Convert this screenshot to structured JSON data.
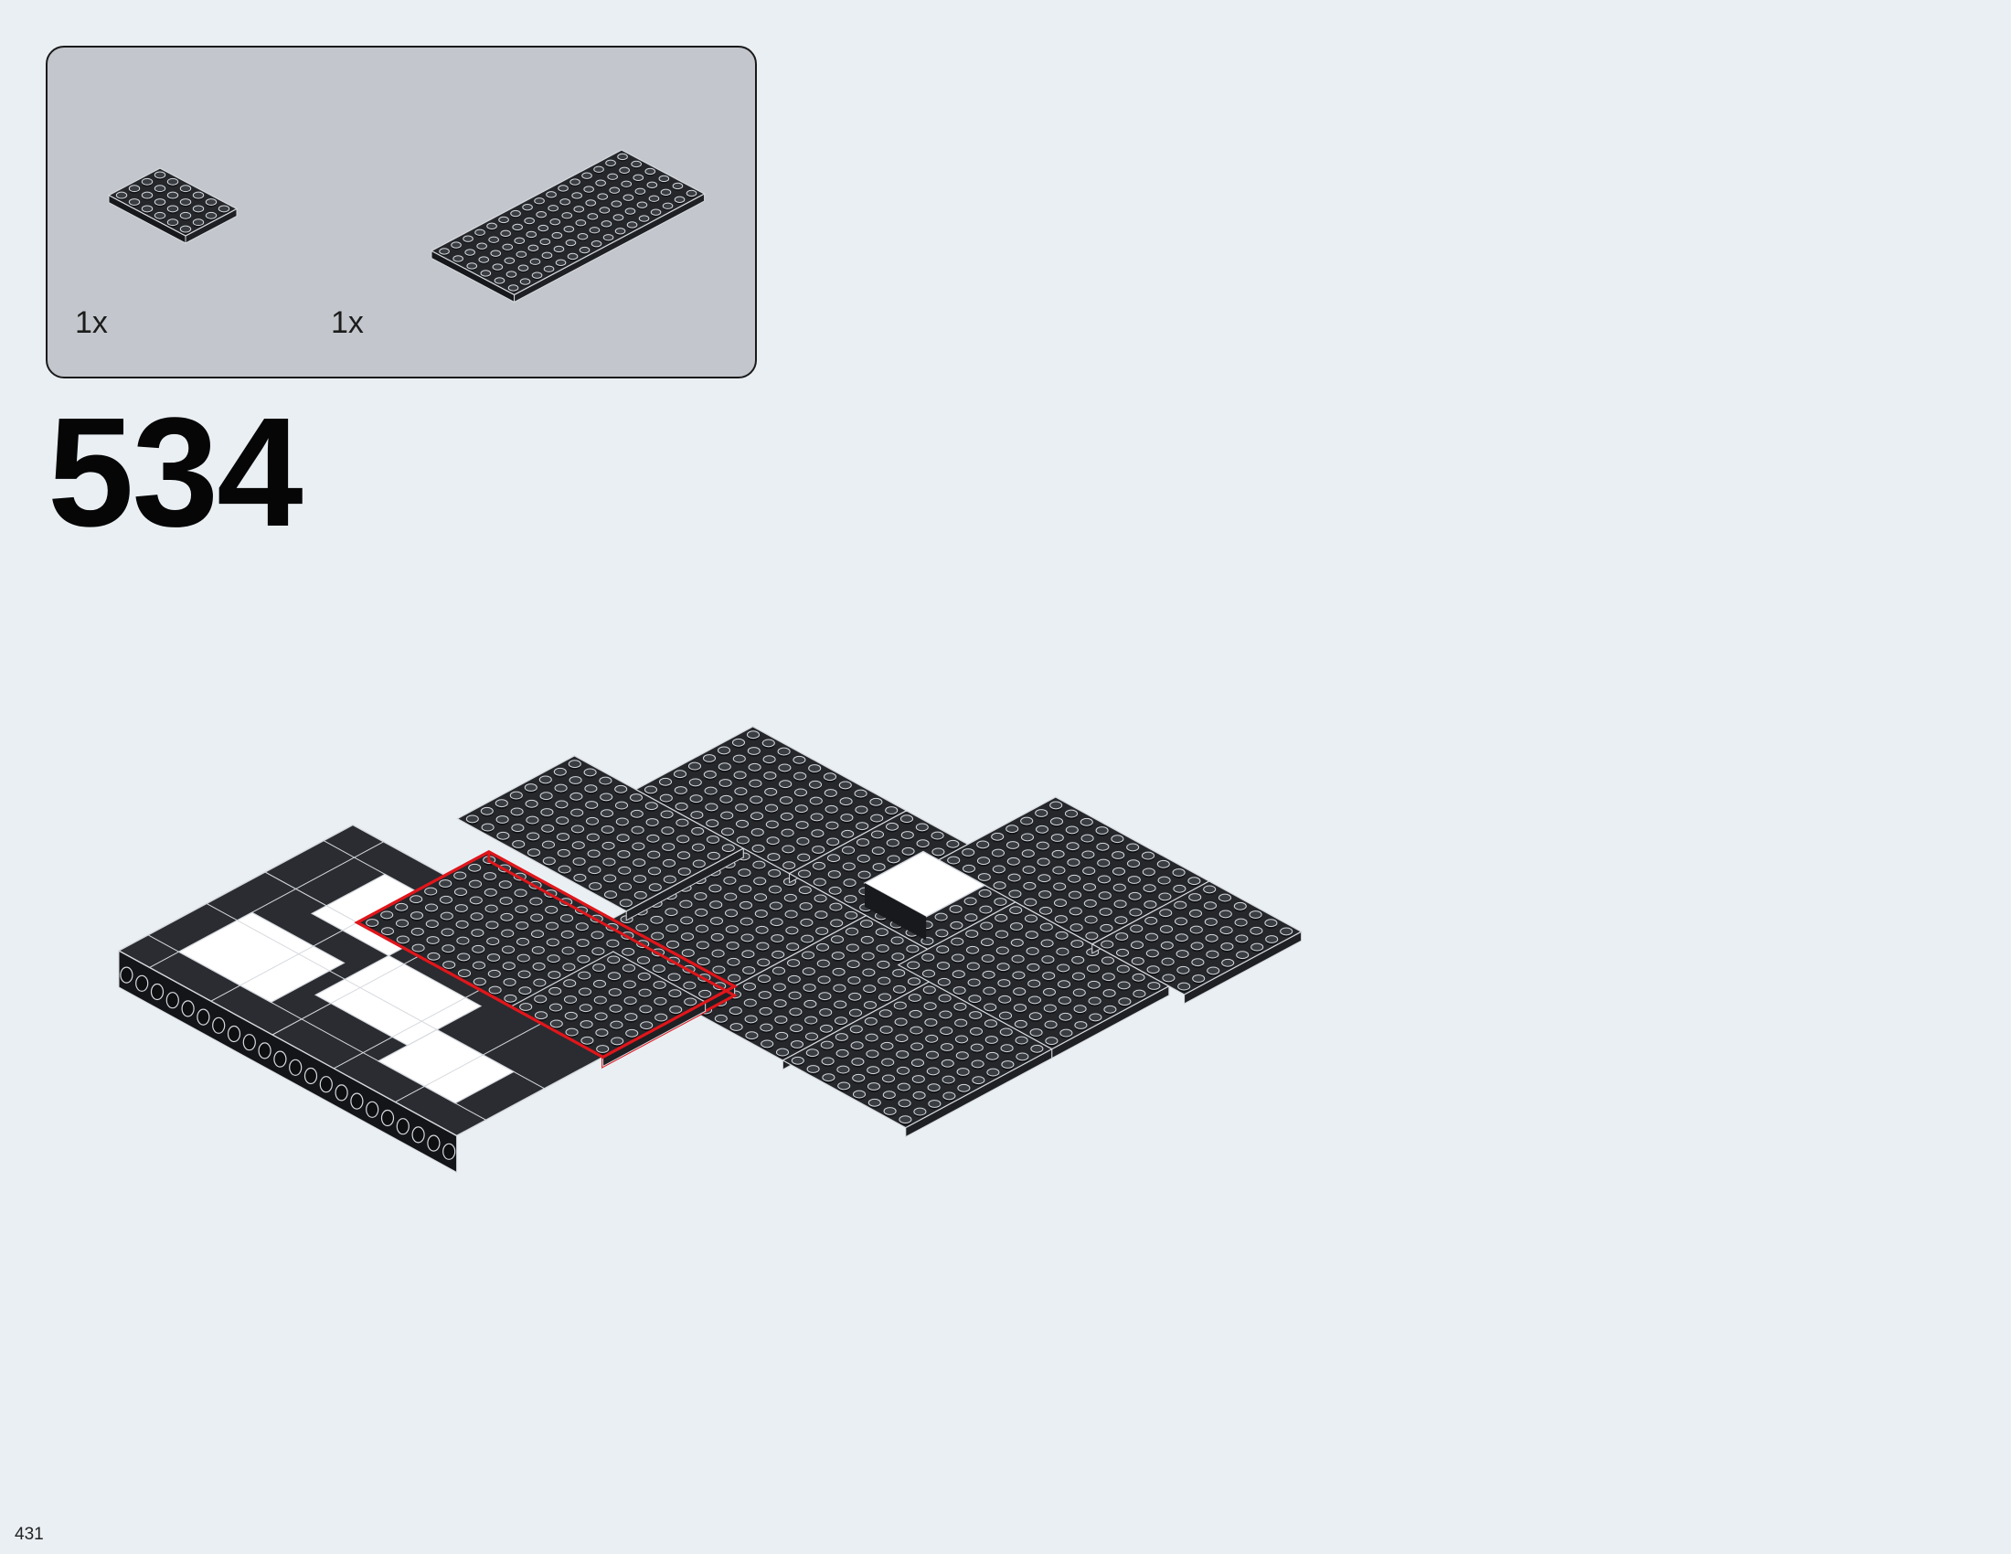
{
  "parts_callout": {
    "items": [
      {
        "name": "plate-6x8-dark",
        "quantity": "1x",
        "color": "#2d2f33"
      },
      {
        "name": "plate-8x16-dark",
        "quantity": "1x",
        "color": "#2d2f33"
      }
    ]
  },
  "step": {
    "number": "534"
  },
  "page": {
    "number": "431"
  },
  "colors": {
    "background": "#eaeff3",
    "callout_fill": "#c3c7cd",
    "brick_dark": "#25272b",
    "brick_line": "#d6dadf",
    "highlight": "#e0161b"
  }
}
